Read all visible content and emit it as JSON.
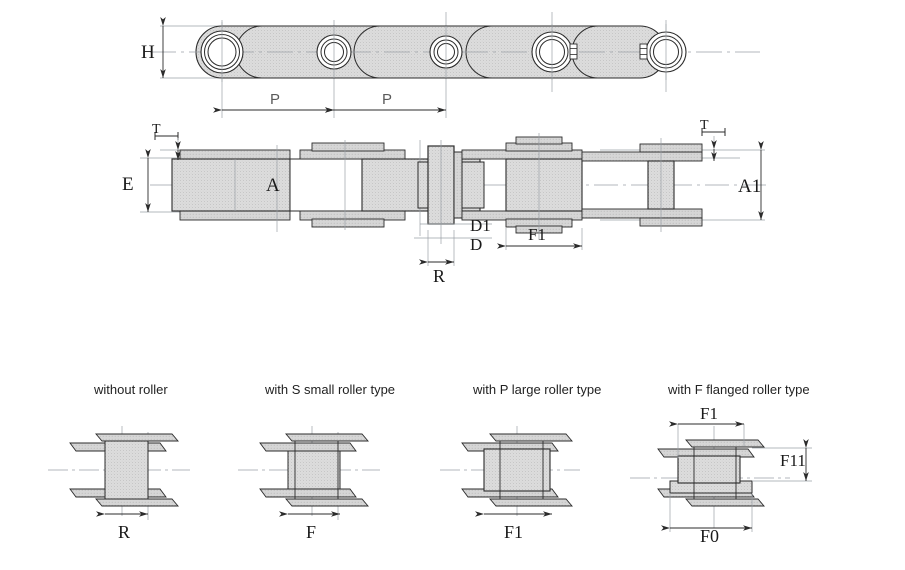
{
  "drawing": {
    "title": "Conveyor chain dimensional drawing",
    "background_color": "#ffffff",
    "line_color": "#2b2b2b",
    "fill_color": "#dcdcdc",
    "center_line_color": "#9aa0a6",
    "dimension_line_color": "#3a3a3a"
  },
  "top_view": {
    "name": "chain side plate plan view",
    "height_label": "H",
    "pitch_labels": [
      "P",
      "P"
    ],
    "roller_count": 5
  },
  "section_view": {
    "name": "chain assembly section view",
    "labels": {
      "plate_thickness_left": "T",
      "plate_thickness_right": "T",
      "inner_width": "E",
      "pin_gap": "A",
      "bush_diameter": "D1",
      "pin_diameter": "D",
      "bush_width": "R",
      "roller_width": "F1",
      "overall_width": "A1"
    }
  },
  "detail_views": [
    {
      "caption": "without roller",
      "dimension": "R",
      "name": "detail-without-roller"
    },
    {
      "caption": "with S small  roller type",
      "dimension": "F",
      "name": "detail-s-small-roller"
    },
    {
      "caption": "with P large roller type",
      "dimension": "F1",
      "name": "detail-p-large-roller"
    },
    {
      "caption": "with F flanged roller type",
      "dimension_top": "F1",
      "dimension_side": "F11",
      "dimension_bottom": "F0",
      "name": "detail-f-flanged-roller"
    }
  ]
}
